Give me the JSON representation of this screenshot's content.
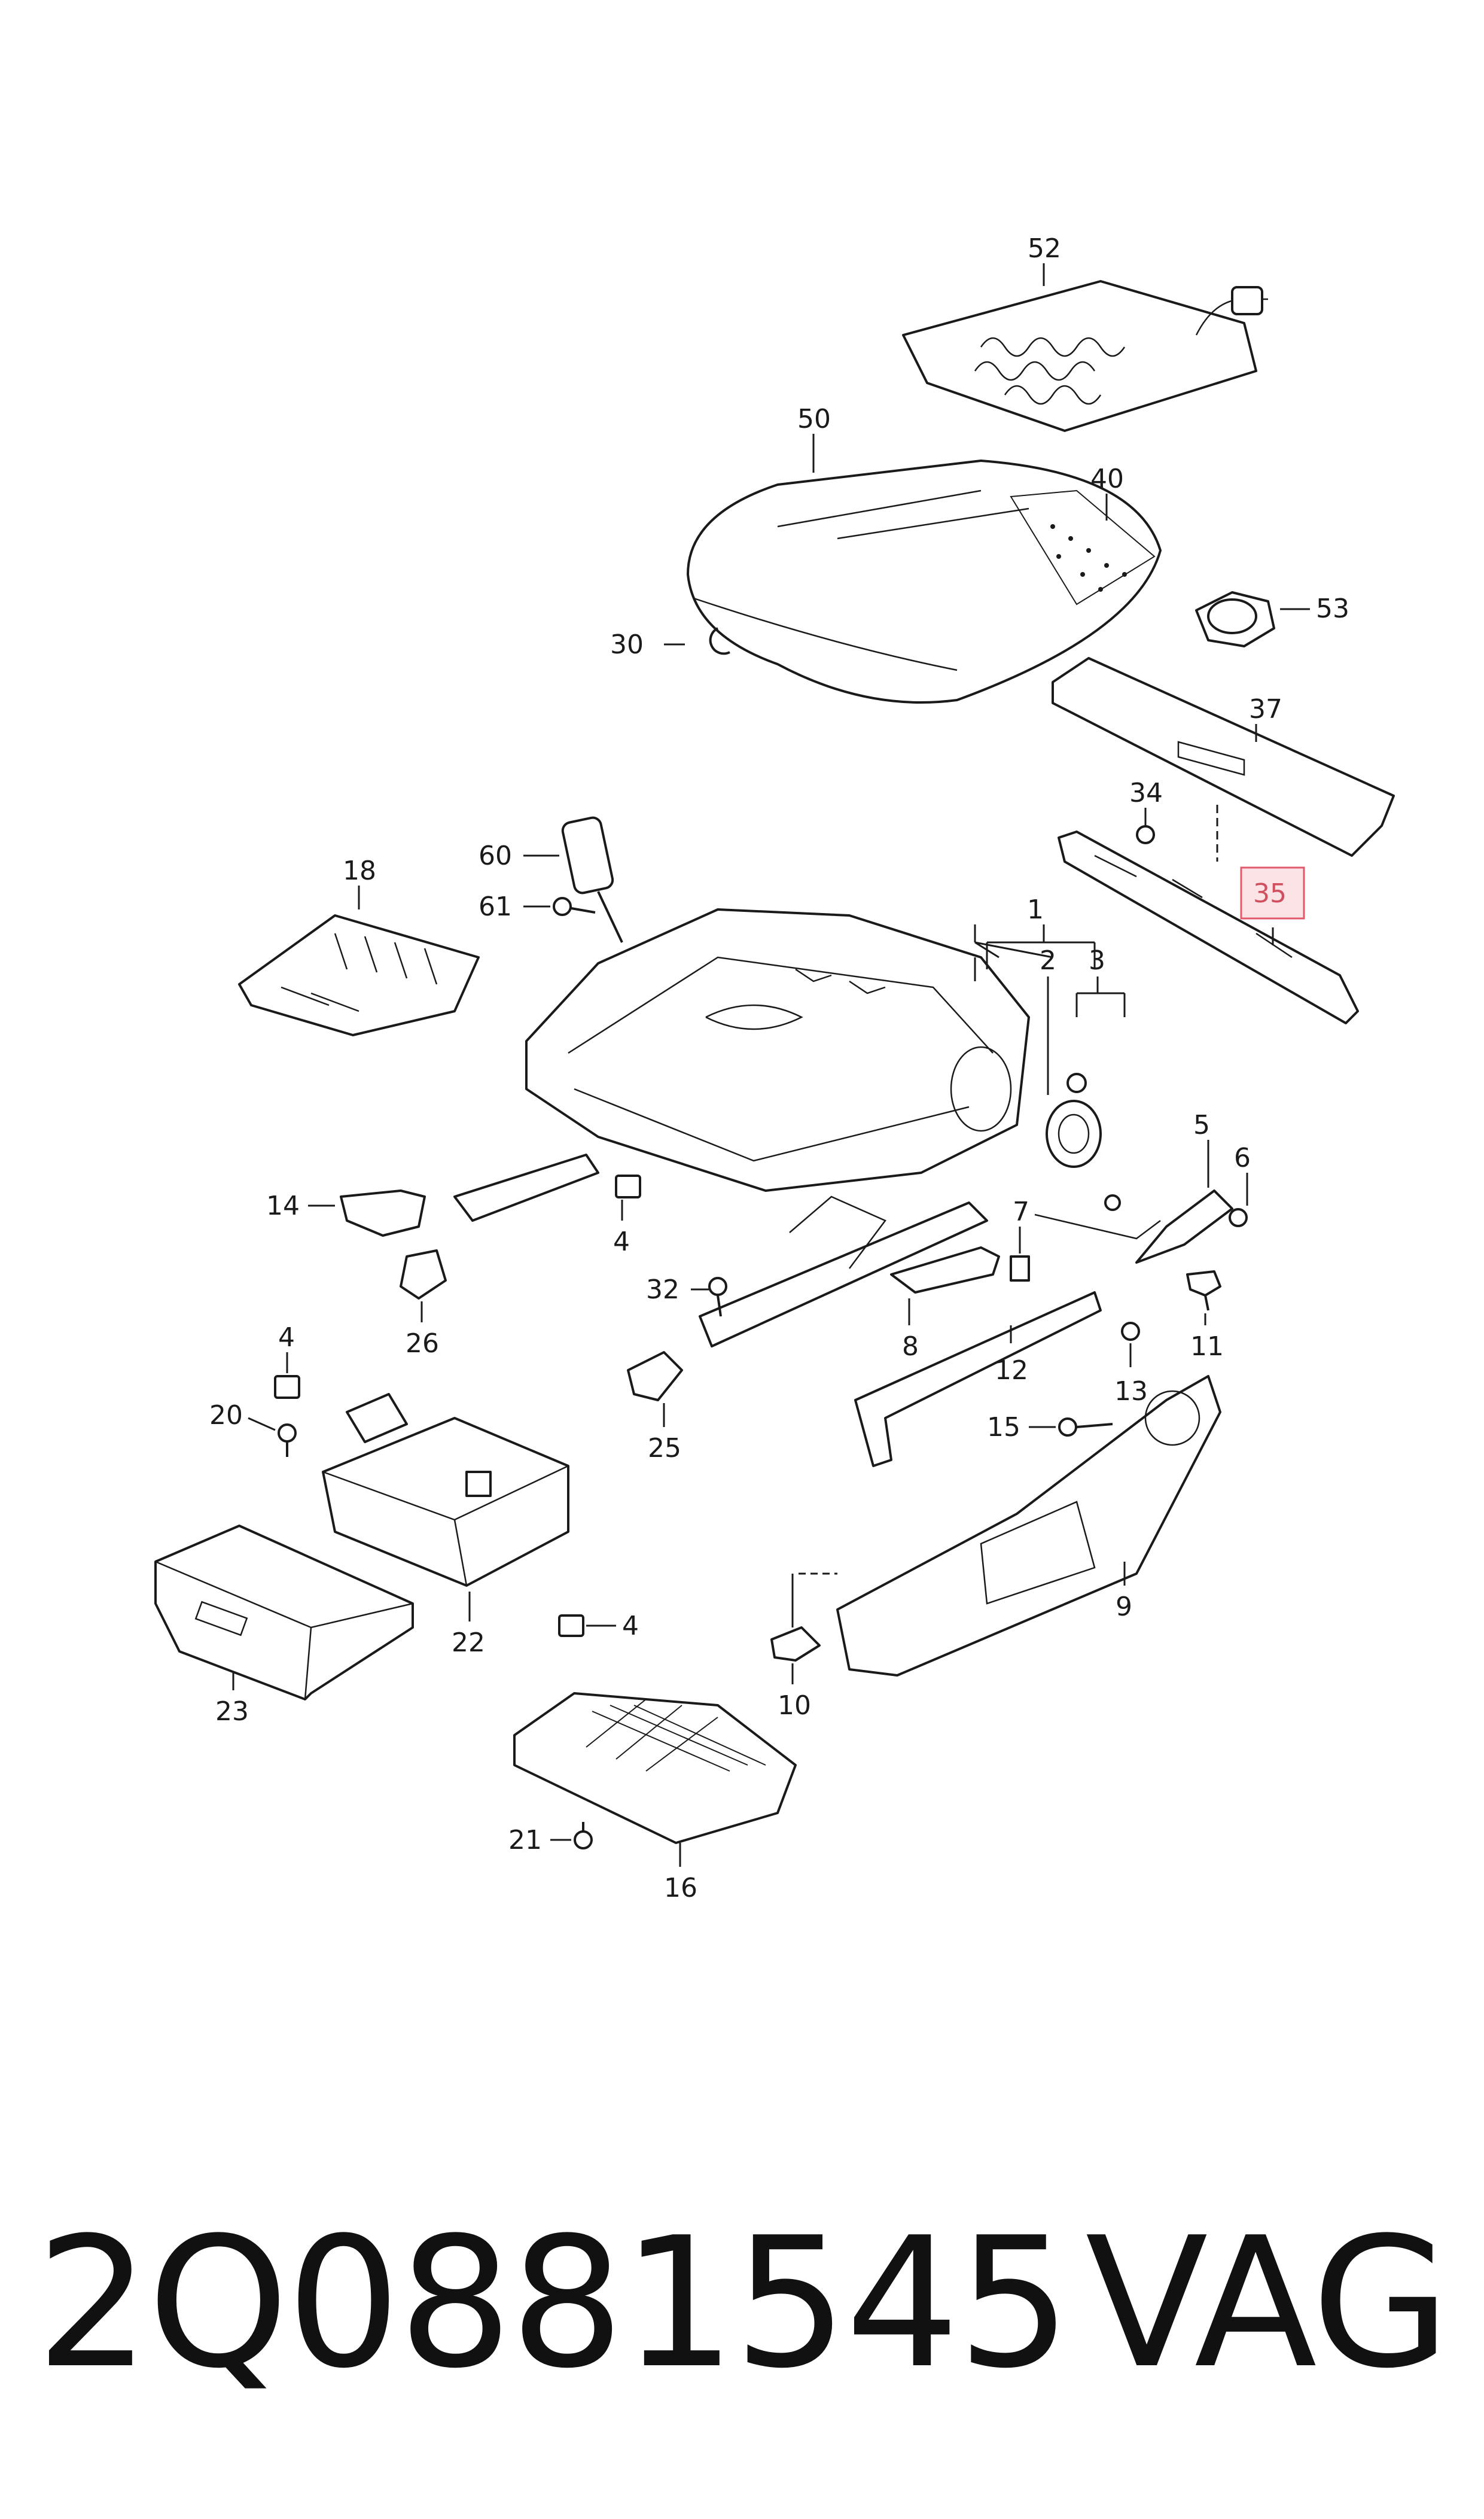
{
  "callouts": {
    "c52": "52",
    "c50": "50",
    "c40": "40",
    "c53": "53",
    "c30": "30",
    "c37": "37",
    "c34": "34",
    "c35": "35",
    "c60": "60",
    "c61": "61",
    "c18": "18",
    "c1": "1",
    "c2": "2",
    "c3": "3",
    "c5": "5",
    "c6": "6",
    "c14": "14",
    "c4a": "4",
    "c7": "7",
    "c32": "32",
    "c11": "11",
    "c8": "8",
    "c12": "12",
    "c26": "26",
    "c13": "13",
    "c4b": "4",
    "c20": "20",
    "c25": "25",
    "c15": "15",
    "c9": "9",
    "c22": "22",
    "c23": "23",
    "c4c": "4",
    "c10": "10",
    "c21": "21",
    "c16": "16"
  },
  "highlight": {
    "label": "35",
    "color": "#e05a6a",
    "fill": "#fbe3e6"
  },
  "footer": {
    "part_number": "2Q0881545",
    "brand": "VAG"
  }
}
